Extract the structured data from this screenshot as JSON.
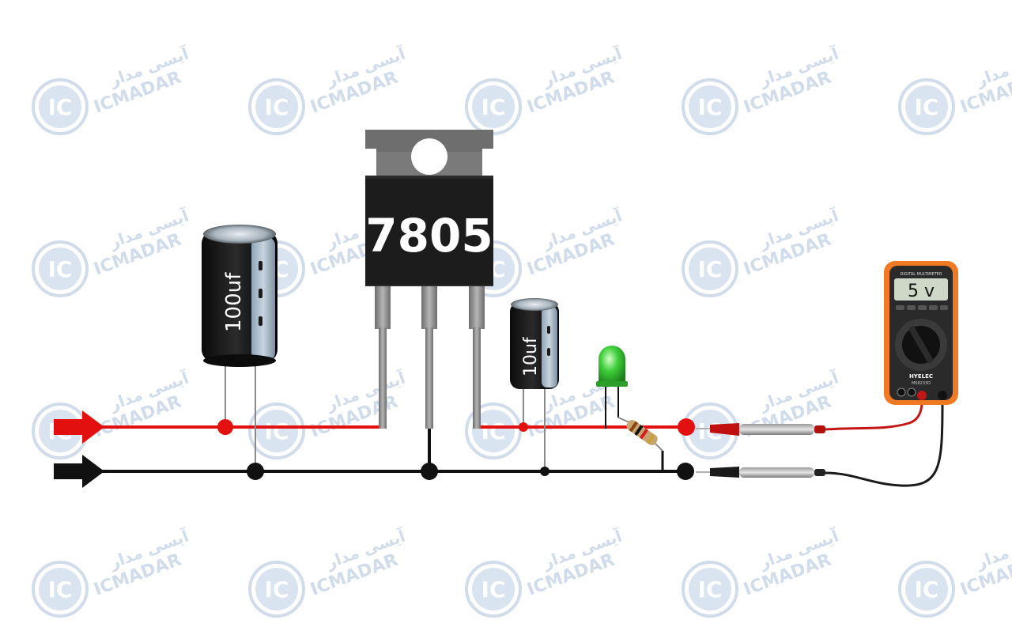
{
  "regulator": {
    "label": "7805"
  },
  "input_capacitor": {
    "label": "100uf"
  },
  "output_capacitor": {
    "label": "10uf"
  },
  "multimeter": {
    "reading": "5 v",
    "header": "DIGITAL MULTIMETER",
    "brand": "HYELEC",
    "model": "MS8233D"
  },
  "watermark": {
    "logo": "IC",
    "text": "ICMADAR",
    "text_fa": "آیسی مدار"
  },
  "colors": {
    "positive_rail": "#e31010",
    "ground_rail": "#111111",
    "led": "#3fcf3a",
    "meter_body": "#f07a24",
    "watermark": "#c9d6e8"
  },
  "icons": [
    "input-positive-arrow-icon",
    "input-ground-arrow-icon",
    "led-icon",
    "resistor-icon",
    "multimeter-dial-icon"
  ]
}
